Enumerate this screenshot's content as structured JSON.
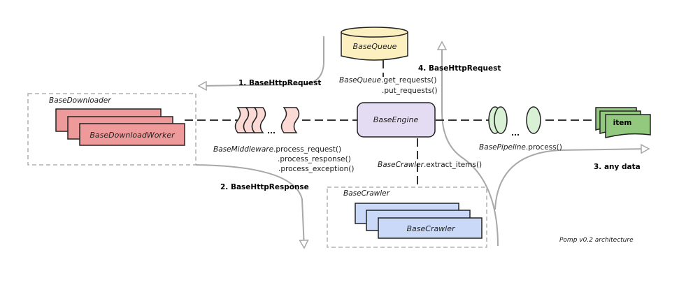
{
  "nodes": {
    "queue": "BaseQueue",
    "engine": "BaseEngine",
    "downloader_group": "BaseDownloader",
    "download_worker": "BaseDownloadWorker",
    "crawler_group": "BaseCrawler",
    "crawler": "BaseCrawler",
    "item": "item"
  },
  "methods": {
    "queue_obj": "BaseQueue",
    "queue_get": ".get_requests()",
    "queue_put": ".put_requests()",
    "mw_obj": "BaseMiddleware",
    "mw_request": ".process_request()",
    "mw_response": ".process_response()",
    "mw_exception": ".process_exception()",
    "crawler_obj": "BaseCrawler",
    "crawler_extract": ".extract_items()",
    "pipeline_obj": "BasePipeline",
    "pipeline_process": ".process()"
  },
  "flows": {
    "f1": "1. BaseHttpRequest",
    "f2": "2. BaseHttpResponse",
    "f3": "3. any data",
    "f4": "4. BaseHttpRequest"
  },
  "ellipsis": "...",
  "caption": "Pomp v0.2 architecture",
  "colors": {
    "queue_fill": "#fdf0c0",
    "engine_fill": "#e4dcf2",
    "downloader_fill": "#ef9a9a",
    "crawler_fill": "#c9d9f7",
    "middleware_fill": "#fbd9d4",
    "pipeline_fill": "#d8f0d3",
    "item_fill": "#93c97f",
    "arrow_grey": "#a8a8a8"
  }
}
